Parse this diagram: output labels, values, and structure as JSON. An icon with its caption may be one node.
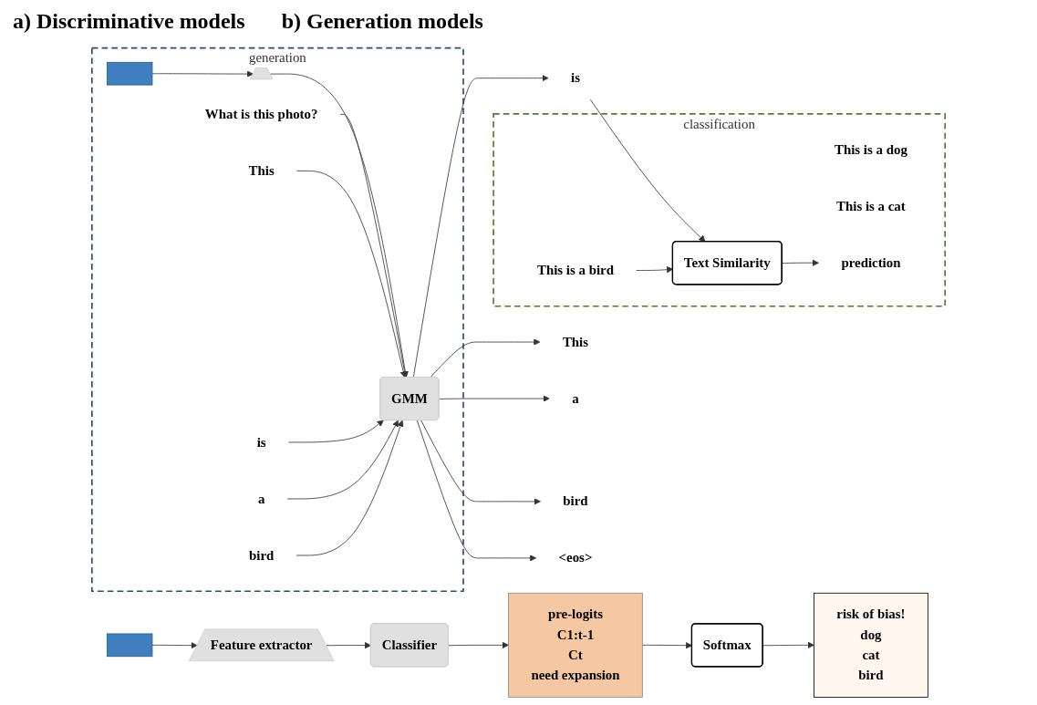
{
  "diagram": {
    "nodes": [
      {
        "text": [],
        "shape": "box"
      },
      {
        "text": [
          "Feature extractor"
        ]
      },
      {
        "text": [
          "Classifier"
        ]
      },
      {
        "text": [
          "pre-logits",
          "C1:t-1",
          "Ct",
          "need expansion"
        ]
      },
      {
        "text": [
          "Softmax"
        ]
      },
      {
        "text": [
          "risk of bias!",
          "dog",
          "cat",
          "bird"
        ]
      },
      {
        "text": [
          "generation"
        ]
      },
      {
        "text": [],
        "shape": "box",
        "in": 6
      },
      {
        "text": [],
        "shape": "trapezoid",
        "in": 6
      },
      {
        "text": [
          "What is this photo?"
        ],
        "in": 6
      },
      {
        "text": [
          "This"
        ],
        "in": 6
      },
      {
        "text": [
          "is"
        ],
        "in": 6
      },
      {
        "text": [
          "a"
        ],
        "in": 6
      },
      {
        "text": [
          "bird"
        ],
        "in": 6
      },
      {
        "text": [
          "GMM"
        ],
        "in": 6
      },
      {
        "text": [
          "This"
        ]
      },
      {
        "text": [
          "is"
        ]
      },
      {
        "text": [
          "a"
        ]
      },
      {
        "text": [
          "bird"
        ]
      },
      {
        "text": [
          "<eos>"
        ]
      },
      {
        "text": [
          "classification"
        ]
      },
      {
        "text": [
          "Text Similarity"
        ],
        "in": 20
      },
      {
        "text": [
          "This is a dog"
        ],
        "in": 20
      },
      {
        "text": [
          "This is a bird"
        ],
        "in": 20
      },
      {
        "text": [
          "This is a cat"
        ],
        "in": 20
      },
      {
        "text": [
          "prediction"
        ],
        "in": 20
      }
    ],
    "edges": [
      {
        "from": 0,
        "to": 1,
        "arrow": "to"
      },
      {
        "from": 1,
        "to": 2,
        "arrow": "to"
      },
      {
        "from": 2,
        "to": 3,
        "arrow": "to"
      },
      {
        "from": 3,
        "to": 4,
        "arrow": "to"
      },
      {
        "from": 4,
        "to": 5,
        "arrow": "to"
      },
      {
        "from": 7,
        "to": 8,
        "arrow": "to"
      },
      {
        "from": 8,
        "to": 14,
        "arrow": "to"
      },
      {
        "from": 9,
        "to": 14,
        "arrow": "to"
      },
      {
        "from": 10,
        "to": 14,
        "arrow": "to"
      },
      {
        "from": 11,
        "to": 14,
        "arrow": "to"
      },
      {
        "from": 12,
        "to": 14,
        "arrow": "to"
      },
      {
        "from": 13,
        "to": 14,
        "arrow": "to"
      },
      {
        "from": 14,
        "to": 15,
        "arrow": "to"
      },
      {
        "from": 14,
        "to": 16,
        "arrow": "to"
      },
      {
        "from": 14,
        "to": 17,
        "arrow": "to"
      },
      {
        "from": 14,
        "to": 18,
        "arrow": "to"
      },
      {
        "from": 14,
        "to": 19,
        "arrow": "to"
      },
      {
        "from": 16,
        "to": 21,
        "arrow": "to"
      },
      {
        "from": 23,
        "to": 21,
        "arrow": "to"
      },
      {
        "from": 21,
        "to": 25,
        "arrow": "to"
      }
    ],
    "labels": [
      "a) Discriminative models",
      "b) Generation models"
    ]
  }
}
